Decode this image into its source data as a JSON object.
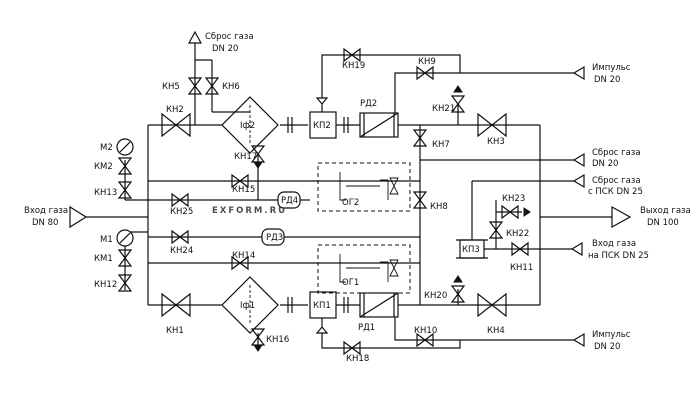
{
  "watermark": "EXFORM.RU",
  "labels": {
    "inlet_title": "Вход газа",
    "inlet_dn": "DN 80",
    "outlet_title": "Выход газа",
    "outlet_dn": "DN 100",
    "vent_top_title": "Сброс газа",
    "vent_top_dn": "DN 20",
    "impulse_top_title": "Импульс",
    "impulse_top_dn": "DN 20",
    "impulse_bot_title": "Импульс",
    "impulse_bot_dn": "DN 20",
    "vent_right_title": "Сброс газа",
    "vent_right_dn": "DN 20",
    "vent_psk_title": "Сброс газа",
    "vent_psk_dn": "с ПСК DN 25",
    "inlet_psk_title": "Вход газа",
    "inlet_psk_dn": "на ПСК DN 25"
  },
  "components": {
    "kn1": "КН1",
    "kn2": "КН2",
    "kn3": "КН3",
    "kn4": "КН4",
    "kn5": "КН5",
    "kn6": "КН6",
    "kn7": "КН7",
    "kn8": "КН8",
    "kn9": "КН9",
    "kn10": "КН10",
    "kn11": "КН11",
    "kn12": "КН12",
    "kn13": "КН13",
    "kn14": "КН14",
    "kn15": "КН15",
    "kn16": "КН16",
    "kn17": "КН17",
    "kn18": "КН18",
    "kn19": "КН19",
    "kn20": "КН20",
    "kn21": "КН21",
    "kn22": "КН22",
    "kn23": "КН23",
    "kn24": "КН24",
    "kn25": "КН25",
    "km1": "КМ1",
    "km2": "КМ2",
    "m1": "М1",
    "m2": "М2",
    "f1": "Iф1",
    "f2": "Iф2",
    "kp1": "КП1",
    "kp2": "КП2",
    "kp3": "КП3",
    "rd1": "РД1",
    "rd2": "РД2",
    "rd3": "РД3",
    "rd4": "РД4",
    "og1": "ОГ1",
    "og2": "ОГ2"
  }
}
